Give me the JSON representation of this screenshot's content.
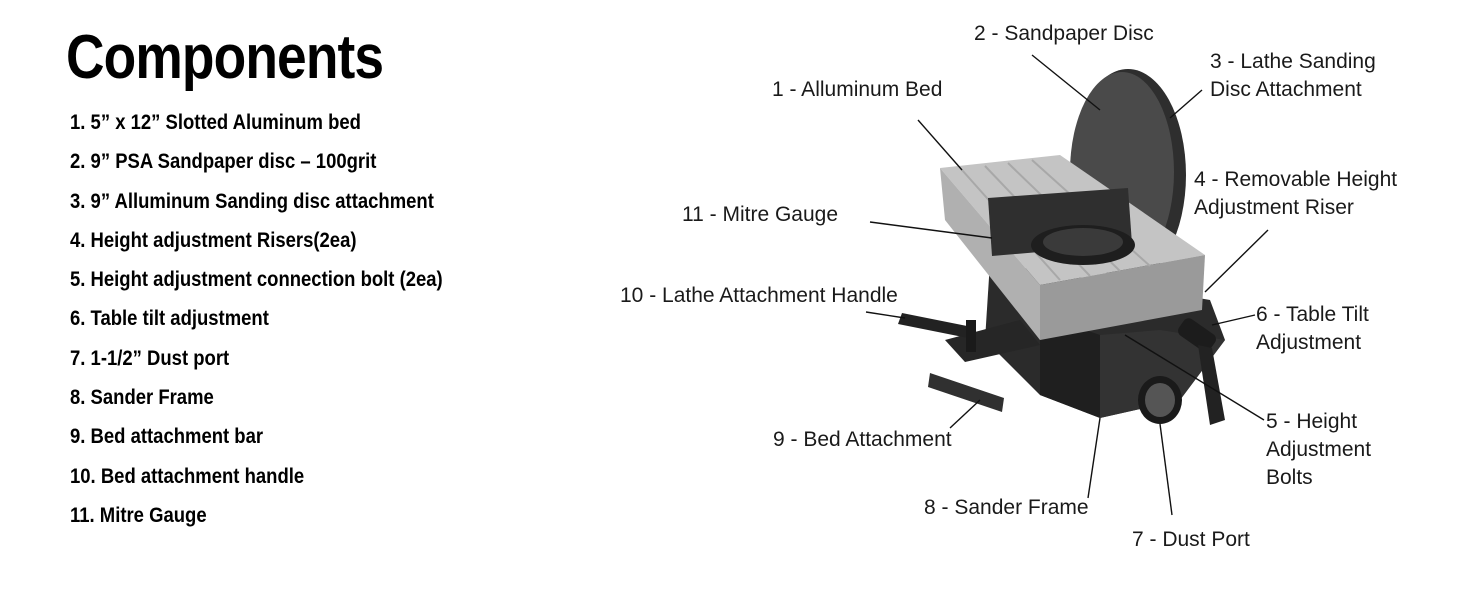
{
  "title": "Components",
  "components": [
    "1. 5” x 12” Slotted Aluminum bed",
    "2. 9” PSA Sandpaper disc – 100grit",
    "3. 9” Alluminum Sanding disc attachment",
    "4. Height adjustment Risers(2ea)",
    "5. Height adjustment connection bolt (2ea)",
    "6. Table tilt adjustment",
    "7. 1-1/2” Dust port",
    "8. Sander Frame",
    "9. Bed attachment bar",
    "10. Bed attachment handle",
    "11. Mitre Gauge"
  ],
  "callouts": {
    "c1": "1 - Alluminum Bed",
    "c2": "2 - Sandpaper Disc",
    "c3a": "3 - Lathe Sanding",
    "c3b": "Disc Attachment",
    "c4a": "4 - Removable Height",
    "c4b": "Adjustment Riser",
    "c5a": "5 - Height",
    "c5b": "Adjustment",
    "c5c": "Bolts",
    "c6a": "6 - Table Tilt",
    "c6b": "Adjustment",
    "c7": "7 - Dust Port",
    "c8": "8 - Sander Frame",
    "c9": "9 - Bed Attachment",
    "c10": "10 - Lathe Attachment Handle",
    "c11": "11 - Mitre Gauge"
  },
  "colors": {
    "text": "#000000",
    "frame": "#2a2a2a",
    "bed": "#bdbdbd",
    "disc": "#3a3a3a"
  }
}
